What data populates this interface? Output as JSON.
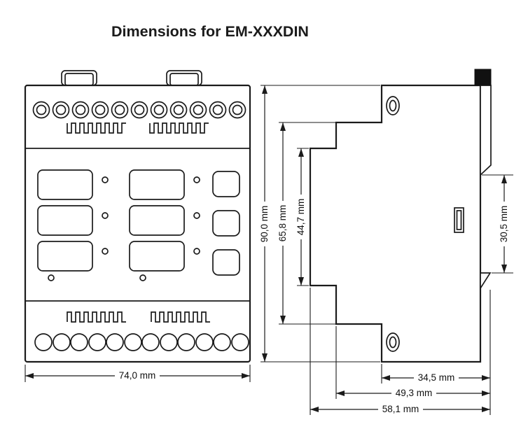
{
  "title": "Dimensions for EM-XXXDIN",
  "dimensions": {
    "front_width": "74,0 mm",
    "total_height": "90,0 mm",
    "mid_height": "65,8 mm",
    "front_height": "44,7 mm",
    "rail_slot_height": "30,5 mm",
    "terminal_depth": "34,5 mm",
    "mid_depth": "49,3 mm",
    "total_depth": "58,1 mm"
  }
}
